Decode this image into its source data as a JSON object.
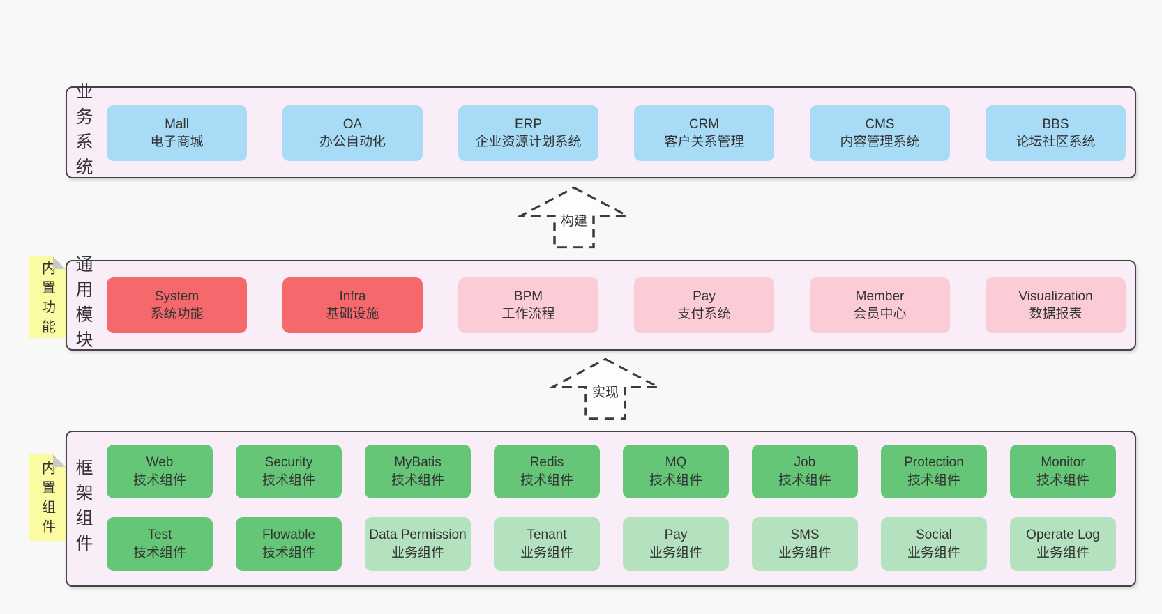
{
  "colors": {
    "page_bg": "#f8f8f8",
    "layer_bg": "#f9edf7",
    "layer_border": "#434343",
    "box_blue": "#a8dcf6",
    "box_red": "#f5696d",
    "box_pink": "#fbccd6",
    "box_green_dark": "#65c678",
    "box_green_light": "#b4e2bf",
    "sticky_bg": "#fbfba1",
    "sticky_fold": "#c9c9c9",
    "text": "#333333",
    "arrow_stroke": "#3c3c3c"
  },
  "arrows": [
    {
      "label": "构建"
    },
    {
      "label": "实现"
    }
  ],
  "layers": [
    {
      "id": "business-systems",
      "label": "业务系统",
      "rows": [
        [
          {
            "en": "Mall",
            "zh": "电子商城",
            "color": "blue"
          },
          {
            "en": "OA",
            "zh": "办公自动化",
            "color": "blue"
          },
          {
            "en": "ERP",
            "zh": "企业资源计划系统",
            "color": "blue"
          },
          {
            "en": "CRM",
            "zh": "客户关系管理",
            "color": "blue"
          },
          {
            "en": "CMS",
            "zh": "内容管理系统",
            "color": "blue"
          },
          {
            "en": "BBS",
            "zh": "论坛社区系统",
            "color": "blue"
          }
        ]
      ]
    },
    {
      "id": "common-modules",
      "label": "通用模块",
      "sticky": "内置功能",
      "rows": [
        [
          {
            "en": "System",
            "zh": "系统功能",
            "color": "red"
          },
          {
            "en": "Infra",
            "zh": "基础设施",
            "color": "red"
          },
          {
            "en": "BPM",
            "zh": "工作流程",
            "color": "pink"
          },
          {
            "en": "Pay",
            "zh": "支付系统",
            "color": "pink"
          },
          {
            "en": "Member",
            "zh": "会员中心",
            "color": "pink"
          },
          {
            "en": "Visualization",
            "zh": "数据报表",
            "color": "pink"
          }
        ]
      ]
    },
    {
      "id": "framework-components",
      "label": "框架组件",
      "sticky": "内置组件",
      "rows": [
        [
          {
            "en": "Web",
            "zh": "技术组件",
            "color": "green-dark"
          },
          {
            "en": "Security",
            "zh": "技术组件",
            "color": "green-dark"
          },
          {
            "en": "MyBatis",
            "zh": "技术组件",
            "color": "green-dark"
          },
          {
            "en": "Redis",
            "zh": "技术组件",
            "color": "green-dark"
          },
          {
            "en": "MQ",
            "zh": "技术组件",
            "color": "green-dark"
          },
          {
            "en": "Job",
            "zh": "技术组件",
            "color": "green-dark"
          },
          {
            "en": "Protection",
            "zh": "技术组件",
            "color": "green-dark"
          },
          {
            "en": "Monitor",
            "zh": "技术组件",
            "color": "green-dark"
          }
        ],
        [
          {
            "en": "Test",
            "zh": "技术组件",
            "color": "green-dark"
          },
          {
            "en": "Flowable",
            "zh": "技术组件",
            "color": "green-dark"
          },
          {
            "en": "Data Permission",
            "zh": "业务组件",
            "color": "green-light"
          },
          {
            "en": "Tenant",
            "zh": "业务组件",
            "color": "green-light"
          },
          {
            "en": "Pay",
            "zh": "业务组件",
            "color": "green-light"
          },
          {
            "en": "SMS",
            "zh": "业务组件",
            "color": "green-light"
          },
          {
            "en": "Social",
            "zh": "业务组件",
            "color": "green-light"
          },
          {
            "en": "Operate Log",
            "zh": "业务组件",
            "color": "green-light"
          }
        ]
      ]
    }
  ]
}
